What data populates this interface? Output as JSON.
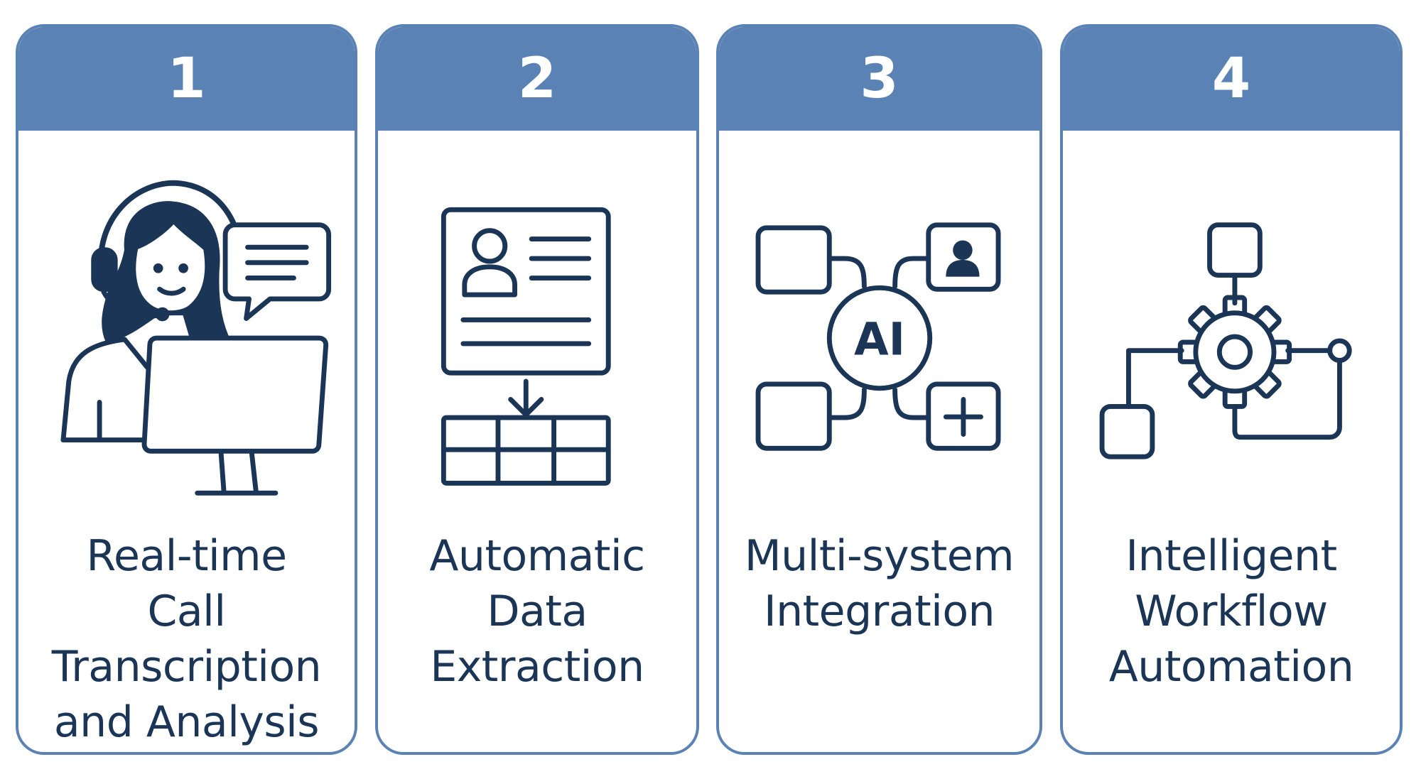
{
  "steps": [
    {
      "number": "1",
      "title": "Real-time\nCall\nTranscription\nand Analysis",
      "icon": "agent-headset-computer-icon"
    },
    {
      "number": "2",
      "title": "Automatic\nData\nExtraction",
      "icon": "document-to-table-icon"
    },
    {
      "number": "3",
      "title": "Multi-system\nIntegration",
      "icon": "ai-hub-network-icon",
      "icon_text": "AI"
    },
    {
      "number": "4",
      "title": "Intelligent\nWorkflow\nAutomation",
      "icon": "gear-workflow-icon"
    }
  ],
  "colors": {
    "header": "#5b82b5",
    "border": "#5b82b5",
    "icon_stroke": "#1b3556",
    "text": "#1b3556",
    "number": "#ffffff"
  }
}
